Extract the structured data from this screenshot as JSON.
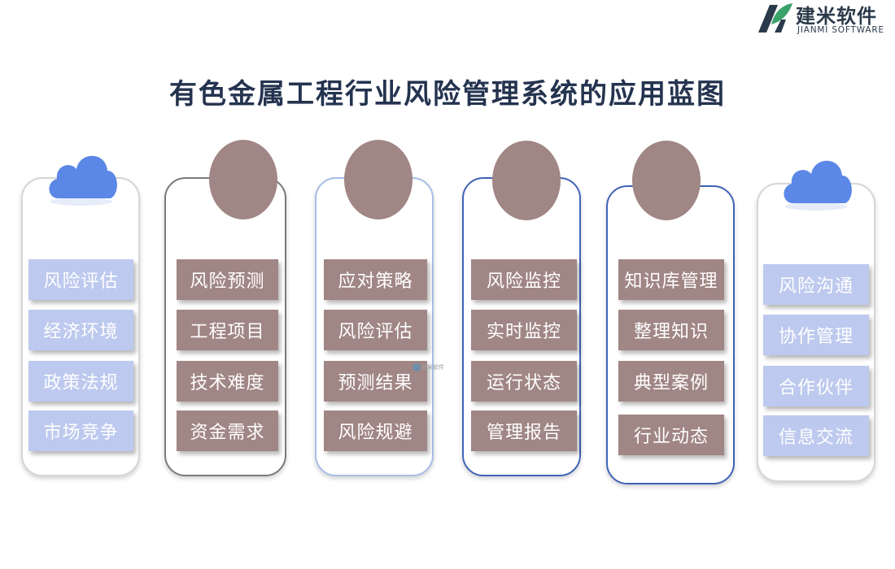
{
  "logo": {
    "name_cn": "建米软件",
    "name_en": "JIANMI SOFTWARE"
  },
  "title": "有色金属工程行业风险管理系统的应用蓝图",
  "columns": [
    {
      "top": "cloud",
      "items": [
        "风险评估",
        "经济环境",
        "政策法规",
        "市场竞争"
      ]
    },
    {
      "top": "circle",
      "items": [
        "风险预测",
        "工程项目",
        "技术难度",
        "资金需求"
      ]
    },
    {
      "top": "circle",
      "items": [
        "应对策略",
        "风险评估",
        "预测结果",
        "风险规避"
      ]
    },
    {
      "top": "circle",
      "items": [
        "风险监控",
        "实时监控",
        "运行状态",
        "管理报告"
      ]
    },
    {
      "top": "circle",
      "items": [
        "知识库管理",
        "整理知识",
        "典型案例",
        "行业动态"
      ]
    },
    {
      "top": "cloud",
      "items": [
        "风险沟通",
        "协作管理",
        "合作伙伴",
        "信息交流"
      ]
    }
  ],
  "watermark": "建米软件",
  "colors": {
    "title": "#24334f",
    "light_box": "#bdc9ee",
    "brown_box": "#a08684",
    "cloud": "#5b87e6",
    "blue_border": "#3f63b6"
  }
}
